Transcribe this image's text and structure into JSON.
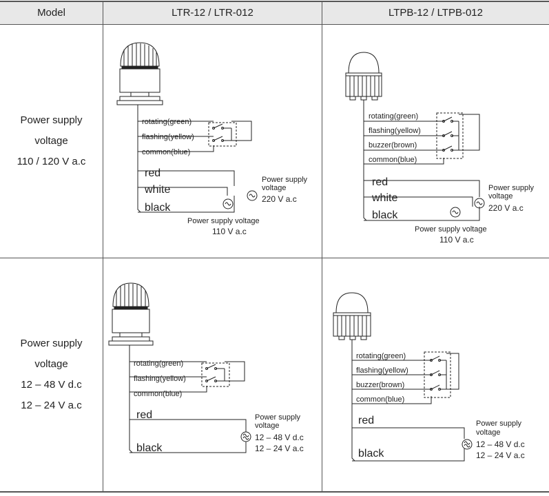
{
  "header": {
    "model": "Model",
    "col1": "LTR-12 / LTR-012",
    "col2": "LTPB-12 / LTPB-012"
  },
  "rows": [
    {
      "label_lines": [
        "Power supply",
        "voltage",
        "110 / 120 V a.c"
      ]
    },
    {
      "label_lines": [
        "Power supply",
        "voltage",
        "12 – 48 V d.c",
        "12 – 24 V a.c"
      ]
    }
  ],
  "wires": {
    "rotating": "rotating(green)",
    "flashing": "flashing(yellow)",
    "buzzer": "buzzer(brown)",
    "common": "common(blue)",
    "red": "red",
    "white": "white",
    "black": "black"
  },
  "supply": {
    "heading_1": "Power supply",
    "heading_2": "voltage",
    "v220": "220 V a.c",
    "v110": "Power supply voltage",
    "v110_value": "110 V a.c",
    "dc": "12 – 48 V d.c",
    "ac": "12 – 24 V a.c"
  }
}
